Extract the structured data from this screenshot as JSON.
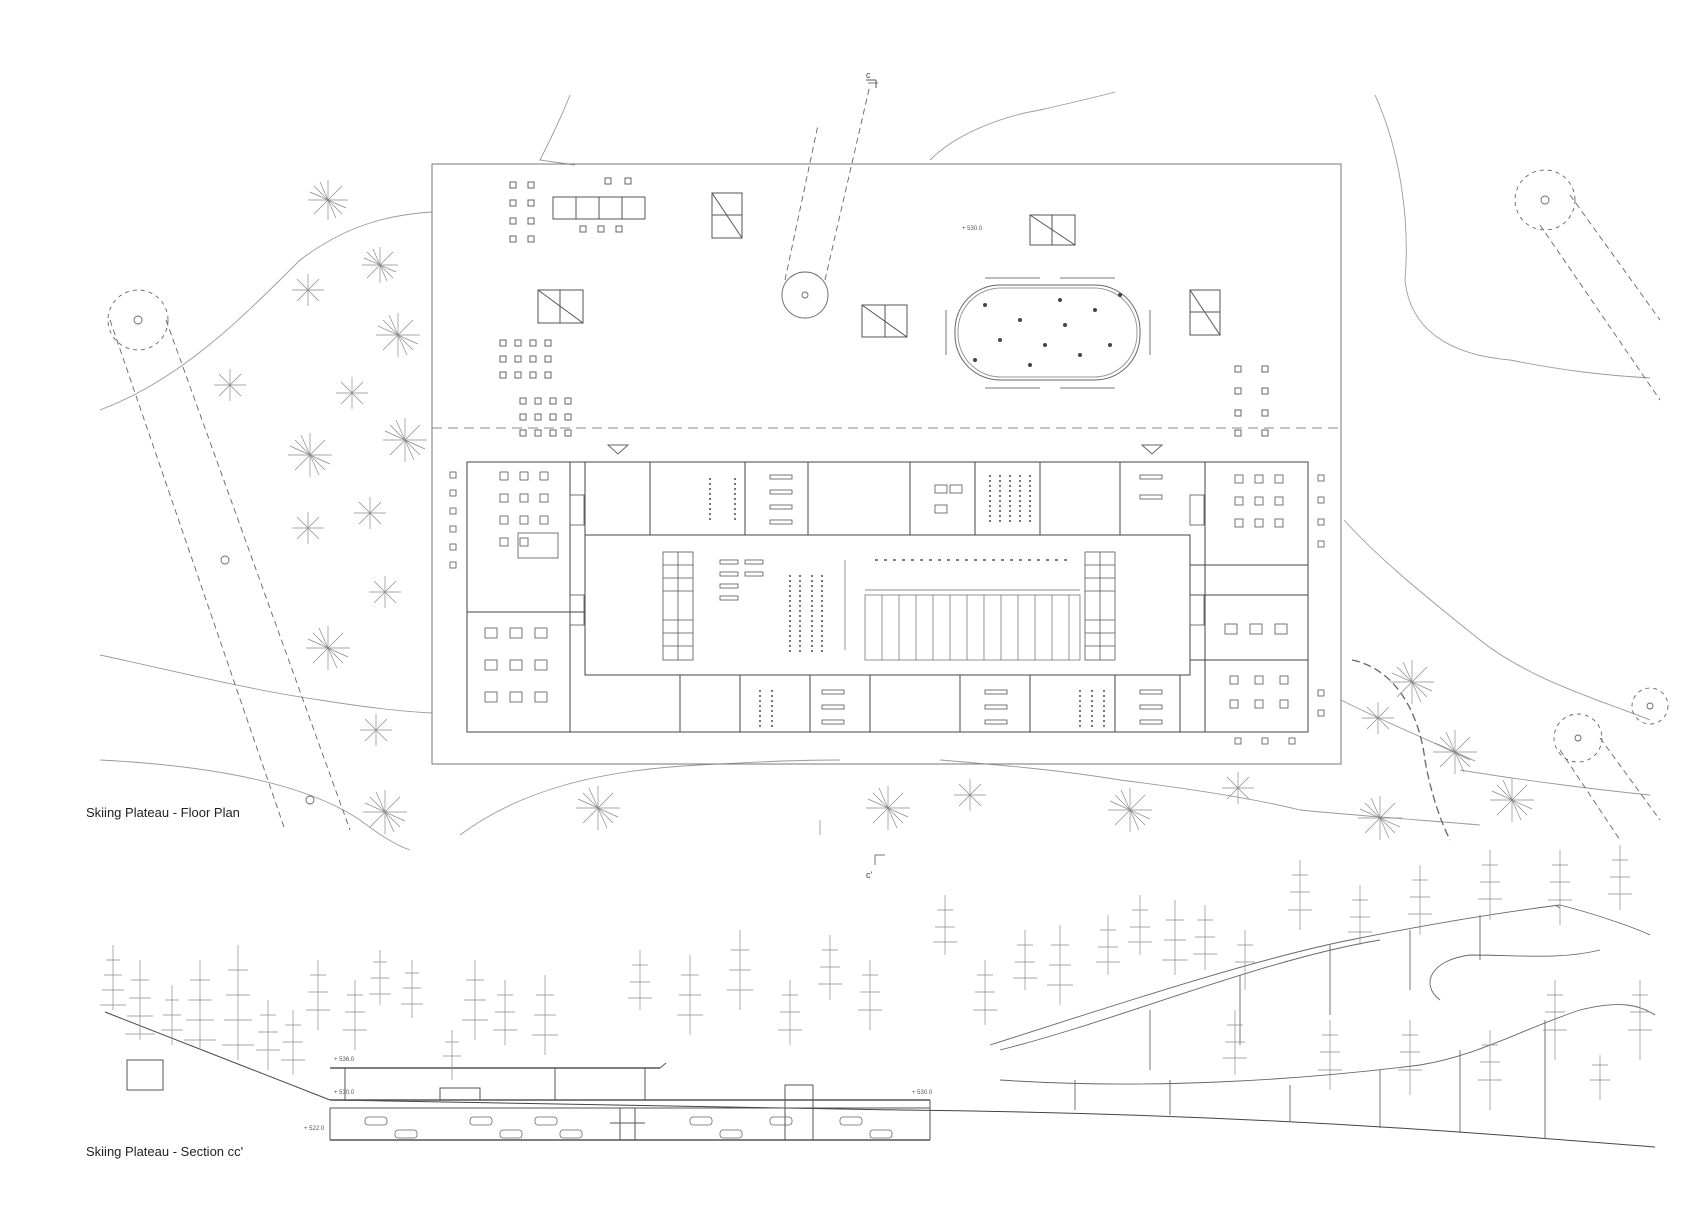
{
  "captions": {
    "floor_plan": "Skiing Plateau - Floor Plan",
    "section": "Skiing Plateau - Section cc'"
  },
  "section_marks": {
    "top": "c",
    "bottom": "c'"
  },
  "levels": {
    "plan_terrace": "+ 530.0",
    "section_roof": "+ 536.0",
    "section_floor": "+ 530.0",
    "section_right": "+ 530.0",
    "section_garage": "+ 522.0"
  },
  "colors": {
    "line": "#555555",
    "line_light": "#9a9a9a",
    "tree": "#888888",
    "background": "#ffffff"
  }
}
